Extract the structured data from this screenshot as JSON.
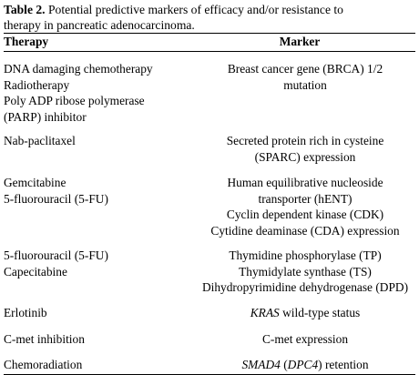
{
  "caption": {
    "label": "Table 2.",
    "text_line1": " Potential predictive markers of efficacy and/or resistance to",
    "text_line2": "therapy in pancreatic adenocarcinoma."
  },
  "header": {
    "therapy": "Therapy",
    "marker": "Marker"
  },
  "rows": [
    {
      "therapy": [
        "DNA damaging chemotherapy",
        "Radiotherapy",
        "Poly ADP ribose polymerase",
        "(PARP) inhibitor"
      ],
      "marker": [
        "Breast cancer gene (BRCA) 1/2",
        "mutation"
      ]
    },
    {
      "therapy": [
        "Nab-paclitaxel"
      ],
      "marker": [
        "Secreted protein rich in cysteine",
        "(SPARC) expression"
      ]
    },
    {
      "therapy": [
        "Gemcitabine",
        "5-fluorouracil (5-FU)"
      ],
      "marker": [
        "Human equilibrative nucleoside",
        "transporter (hENT)",
        "Cyclin dependent kinase (CDK)",
        "Cytidine deaminase (CDA) expression"
      ]
    },
    {
      "therapy": [
        "5-fluorouracil (5-FU)",
        "Capecitabine"
      ],
      "marker": [
        "Thymidine phosphorylase (TP)",
        "Thymidylate synthase (TS)",
        "Dihydropyrimidine dehydrogenase (DPD)"
      ]
    },
    {
      "therapy": [
        "Erlotinib"
      ],
      "marker_italic": "KRAS",
      "marker_rest": " wild-type status"
    },
    {
      "therapy": [
        "C-met inhibition"
      ],
      "marker": [
        "C-met expression"
      ]
    },
    {
      "therapy": [
        "Chemoradiation"
      ],
      "marker_italic": "SMAD4",
      "marker_mid": " (",
      "marker_italic2": "DPC4",
      "marker_rest": ") retention"
    }
  ]
}
